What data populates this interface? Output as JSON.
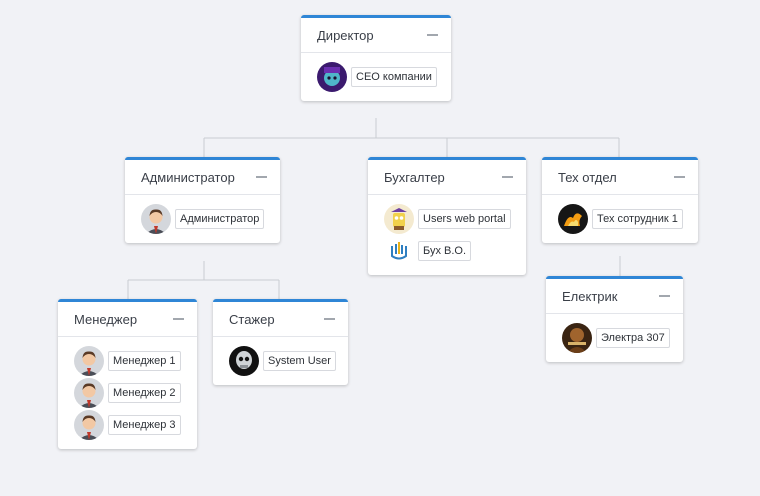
{
  "nodes": {
    "director": {
      "title": "Директор",
      "members": [
        {
          "name": "CEO компании",
          "icon": "ceo-avatar-icon"
        }
      ]
    },
    "admin": {
      "title": "Администратор",
      "members": [
        {
          "name": "Администратор",
          "icon": "businessman-avatar-icon"
        }
      ]
    },
    "accountant": {
      "title": "Бухгалтер",
      "members": [
        {
          "name": "Users web portal",
          "icon": "cartoon-avatar-icon"
        },
        {
          "name": "Бух В.О.",
          "icon": "logo-avatar-icon"
        }
      ]
    },
    "tech": {
      "title": "Тех отдел",
      "members": [
        {
          "name": "Тех сотрудник 1",
          "icon": "fire-avatar-icon"
        }
      ]
    },
    "manager": {
      "title": "Менеджер",
      "members": [
        {
          "name": "Менеджер 1",
          "icon": "businessman-avatar-icon"
        },
        {
          "name": "Менеджер 2",
          "icon": "businessman-avatar-icon"
        },
        {
          "name": "Менеджер 3",
          "icon": "businessman-avatar-icon"
        }
      ]
    },
    "intern": {
      "title": "Стажер",
      "members": [
        {
          "name": "System User",
          "icon": "skull-avatar-icon"
        }
      ]
    },
    "electrician": {
      "title": "Електрик",
      "members": [
        {
          "name": "Электра 307",
          "icon": "warrior-avatar-icon"
        }
      ]
    }
  },
  "colors": {
    "accent": "#2f86d6",
    "background": "#f1f2f6",
    "connector": "#c9ccd1"
  }
}
